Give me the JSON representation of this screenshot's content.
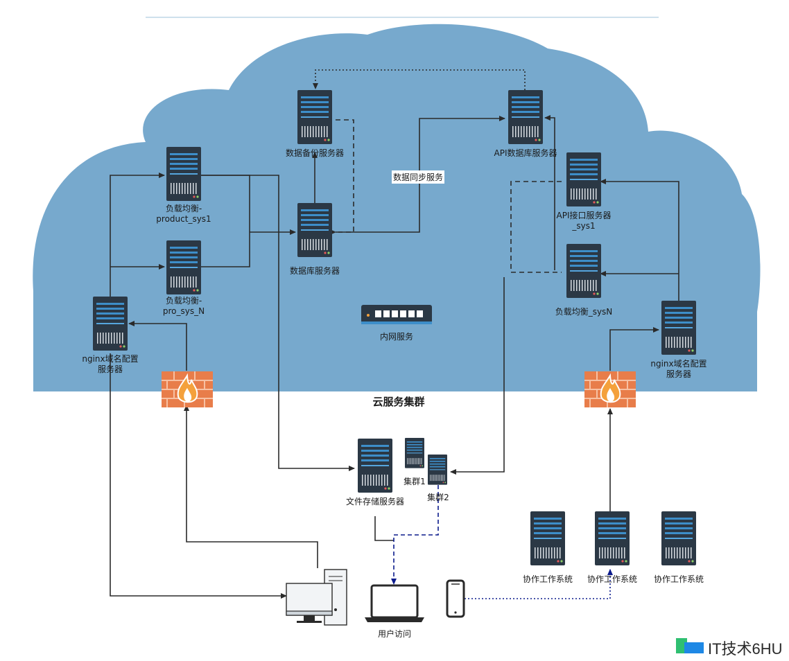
{
  "cloud_label": "云服务集群",
  "nodes": {
    "backup_db": "数据备份服务器",
    "api_db": "API数据库服务器",
    "db": "数据库服务器",
    "lb_product1": "负载均衡-product_sys1",
    "lb_proN": "负载均衡-pro_sys_N",
    "nginx_left": "nginx域名配置服务器",
    "api_sys1": "API接口服务器_sys1",
    "lb_sysN": "负载均衡_sysN",
    "nginx_right": "nginx域名配置服务器",
    "intranet": "内网服务",
    "file_storage": "文件存储服务器",
    "cluster1": "集群1",
    "cluster2": "集群2",
    "coop1": "协作工作系统",
    "coop2": "协作工作系统",
    "coop3": "协作工作系统",
    "user_access": "用户访问"
  },
  "edge_labels": {
    "data_sync": "数据同步服务"
  },
  "watermark": "IT技术6HU",
  "colors": {
    "cloud": "#77a9cd",
    "server_body": "#2b3845",
    "server_accent": "#3d8ec9",
    "line": "#2a2a2a",
    "dashed_blue": "#0a1a8c",
    "firewall": "#e87d4a"
  }
}
